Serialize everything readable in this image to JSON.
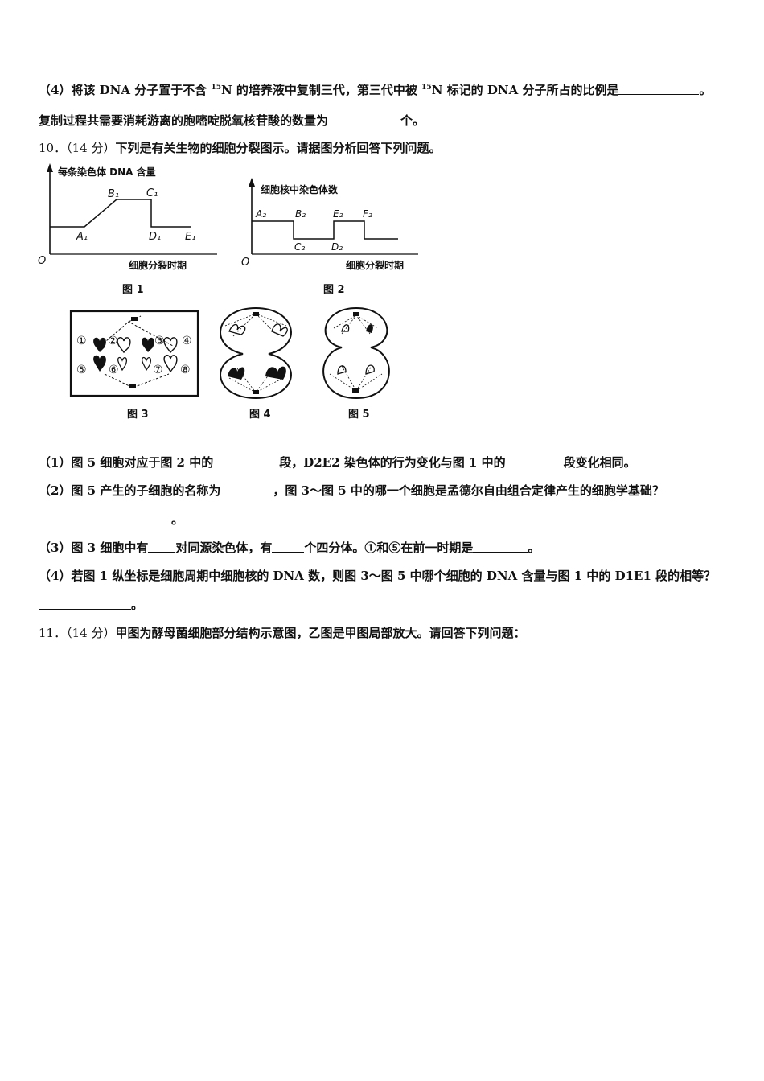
{
  "q9_4": {
    "part1": "（4）将该 DNA 分子置于不含 ",
    "sup1": "15",
    "part2": "N 的培养液中复制三代，第三代中被 ",
    "sup2": "15",
    "part3": "N 标记的 DNA 分子所占的比例是",
    "end1": "。",
    "line2_text": "复制过程共需要消耗游离的胞嘧啶脱氧核苷酸的数量为",
    "line2_end": "个。"
  },
  "q10": {
    "number": "10．（14 分）",
    "stem": "下列是有关生物的细胞分裂图示。请据图分析回答下列问题。",
    "fig1": {
      "ylabel": "每条染色体 DNA 含量",
      "xlabel": "细胞分裂时期",
      "origin": "O",
      "points": [
        "A₁",
        "B₁",
        "C₁",
        "D₁",
        "E₁"
      ],
      "caption": "图 1"
    },
    "fig2": {
      "ylabel": "细胞核中染色体数",
      "xlabel": "细胞分裂时期",
      "origin": "O",
      "points": [
        "A₂",
        "B₂",
        "C₂",
        "D₂",
        "E₂",
        "F₂"
      ],
      "caption": "图 2"
    },
    "fig3": {
      "caption": "图 3",
      "labels": [
        "①",
        "②",
        "③",
        "④",
        "⑤",
        "⑥",
        "⑦",
        "⑧"
      ]
    },
    "fig4": {
      "caption": "图 4"
    },
    "fig5": {
      "caption": "图 5"
    },
    "sub1": {
      "a": "（1）图 5 细胞对应于图 2 中的",
      "b": "段，D2E2 染色体的行为变化与图 1 中的",
      "c": "段变化相同。"
    },
    "sub2": {
      "a": "（2）图 5 产生的子细胞的名称为",
      "b": "，图 3～图 5 中的哪一个细胞是孟德尔自由组合定律产生的细胞学基础？",
      "end": "。"
    },
    "sub3": {
      "a": "（3）图 3 细胞中有",
      "b": "对同源染色体，有",
      "c": "个四分体。①和⑤在前一时期是",
      "end": "。"
    },
    "sub4": {
      "a": "（4）若图 1 纵坐标是细胞周期中细胞核的 DNA 数，则图 3～图 5 中哪个细胞的 DNA 含量与图 1 中的 D1E1 段的相等？",
      "end": "。"
    }
  },
  "q11": {
    "number": "11．（14 分）",
    "stem": "甲图为酵母菌细胞部分结构示意图，乙图是甲图局部放大。请回答下列问题："
  }
}
